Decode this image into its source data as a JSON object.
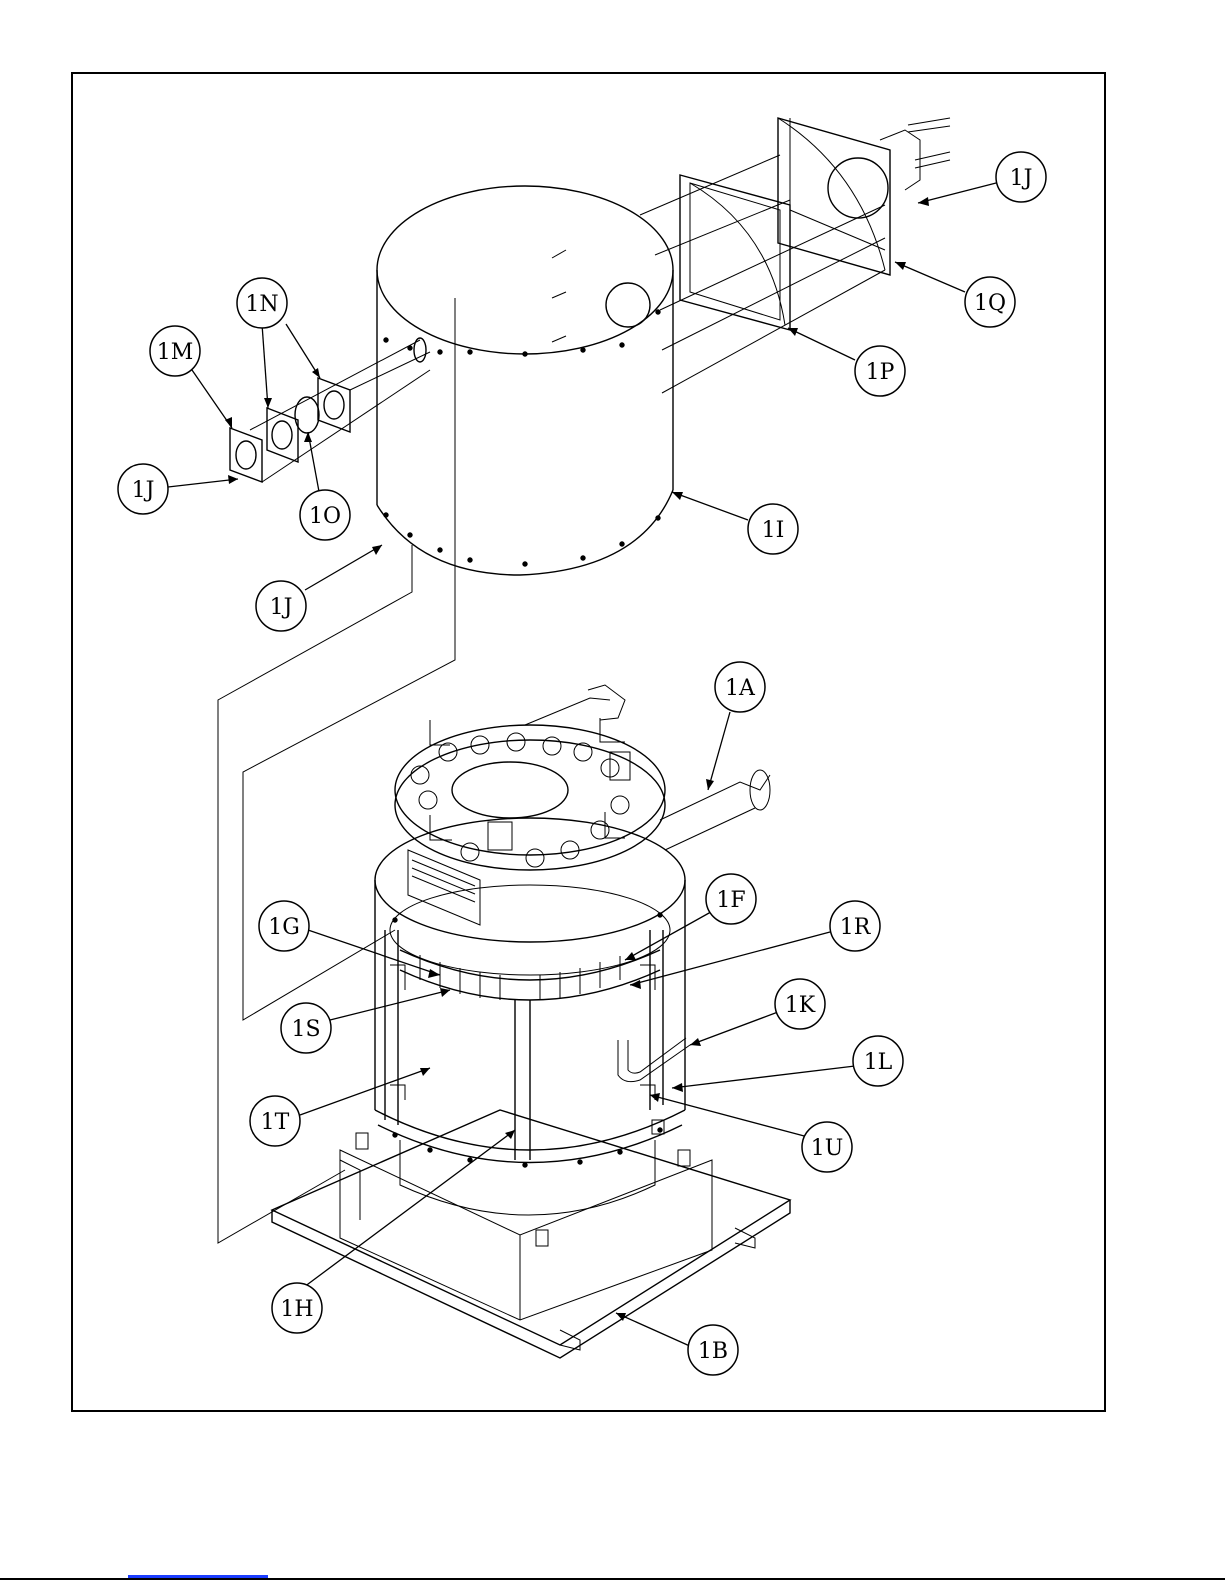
{
  "callouts": [
    {
      "id": "1J-top",
      "label": "1J"
    },
    {
      "id": "1Q",
      "label": "1Q"
    },
    {
      "id": "1P",
      "label": "1P"
    },
    {
      "id": "1N",
      "label": "1N"
    },
    {
      "id": "1M",
      "label": "1M"
    },
    {
      "id": "1J-left",
      "label": "1J"
    },
    {
      "id": "1O",
      "label": "1O"
    },
    {
      "id": "1I",
      "label": "1I"
    },
    {
      "id": "1J-mid",
      "label": "1J"
    },
    {
      "id": "1A",
      "label": "1A"
    },
    {
      "id": "1F",
      "label": "1F"
    },
    {
      "id": "1R",
      "label": "1R"
    },
    {
      "id": "1G",
      "label": "1G"
    },
    {
      "id": "1K",
      "label": "1K"
    },
    {
      "id": "1S",
      "label": "1S"
    },
    {
      "id": "1L",
      "label": "1L"
    },
    {
      "id": "1T",
      "label": "1T"
    },
    {
      "id": "1U",
      "label": "1U"
    },
    {
      "id": "1H",
      "label": "1H"
    },
    {
      "id": "1B",
      "label": "1B"
    }
  ]
}
